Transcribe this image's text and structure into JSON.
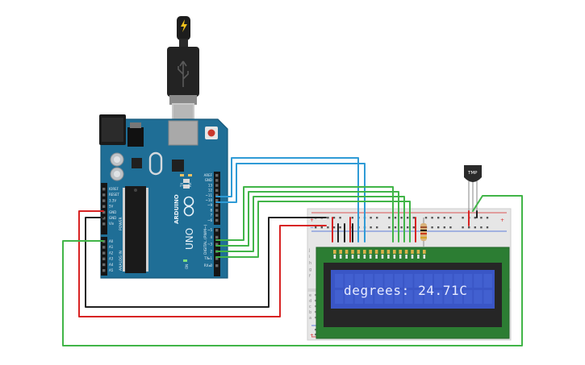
{
  "board": {
    "logo_text": "ARDUINO",
    "model_text": "UNO",
    "power_label": "POWER",
    "analog_label": "ANALOG IN",
    "digital_label": "DIGITAL (PWM~)",
    "tx_label": "TX",
    "rx_label": "RX",
    "on_label": "ON",
    "power_pins": [
      "IOREF",
      "RESET",
      "3.3V",
      "5V",
      "GND",
      "GND",
      "Vin"
    ],
    "analog_pins": [
      "A0",
      "A1",
      "A2",
      "A3",
      "A4",
      "A5"
    ],
    "digital_pins": [
      "AREF",
      "GND",
      "13",
      "12",
      "~11",
      "~10",
      "~9",
      "8",
      "7",
      "~6",
      "~5",
      "4",
      "~3",
      "2",
      "TX▸1",
      "RX◂0"
    ]
  },
  "sensor": {
    "label": "TMP"
  },
  "lcd": {
    "text": "degrees: 24.71C"
  },
  "breadboard": {
    "row_letters_top": [
      "j",
      "i",
      "h",
      "g",
      "f"
    ],
    "row_letters_bottom": [
      "e",
      "d",
      "c",
      "b",
      "a"
    ]
  },
  "colors": {
    "board": "#1f6e96",
    "wire_blue": "#2f9bd6",
    "wire_green": "#41b548",
    "wire_red": "#d82323",
    "wire_black": "#222222",
    "lcd_screen": "#3a56c6",
    "lcd_pcb": "#2c7d33"
  }
}
